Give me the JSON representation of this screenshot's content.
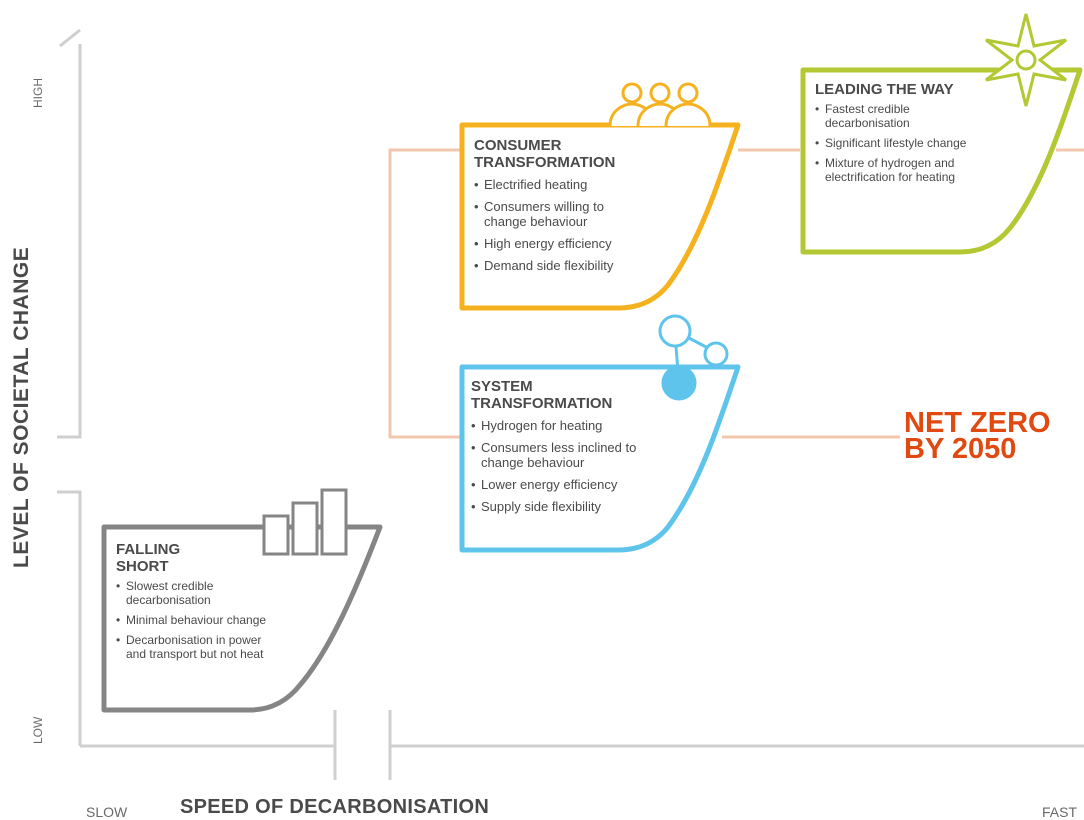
{
  "axes": {
    "y_title": "LEVEL OF SOCIETAL CHANGE",
    "y_high": "HIGH",
    "y_low": "LOW",
    "x_title": "SPEED OF DECARBONISATION",
    "x_slow": "SLOW",
    "x_fast": "FAST"
  },
  "net_zero": {
    "line1": "NET ZERO",
    "line2": "BY 2050",
    "color": "#e0490f"
  },
  "scenarios": {
    "falling_short": {
      "title_1": "FALLING",
      "title_2": "SHORT",
      "color": "#858585",
      "icon": "bar-chart-icon",
      "items": [
        "Slowest credible decarbonisation",
        "Minimal behaviour change",
        "Decarbonisation in power and transport but not heat"
      ]
    },
    "consumer_transformation": {
      "title_1": "CONSUMER",
      "title_2": "TRANSFORMATION",
      "color": "#f5b21e",
      "icon": "people-icon",
      "items": [
        "Electrified heating",
        "Consumers willing to change behaviour",
        "High energy efficiency",
        "Demand side flexibility"
      ]
    },
    "system_transformation": {
      "title_1": "SYSTEM",
      "title_2": "TRANSFORMATION",
      "color": "#5ec4ec",
      "icon": "molecule-icon",
      "items": [
        "Hydrogen for heating",
        "Consumers less inclined to change behaviour",
        "Lower energy efficiency",
        "Supply side flexibility"
      ]
    },
    "leading_the_way": {
      "title": "LEADING THE WAY",
      "color": "#b3c832",
      "icon": "compass-star-icon",
      "items": [
        "Fastest credible decarbonisation",
        "Significant lifestyle change",
        "Mixture of hydrogen and electrification for heating"
      ]
    }
  },
  "connector_color": "#f2c7ae",
  "axis_color": "#cfcfcf"
}
